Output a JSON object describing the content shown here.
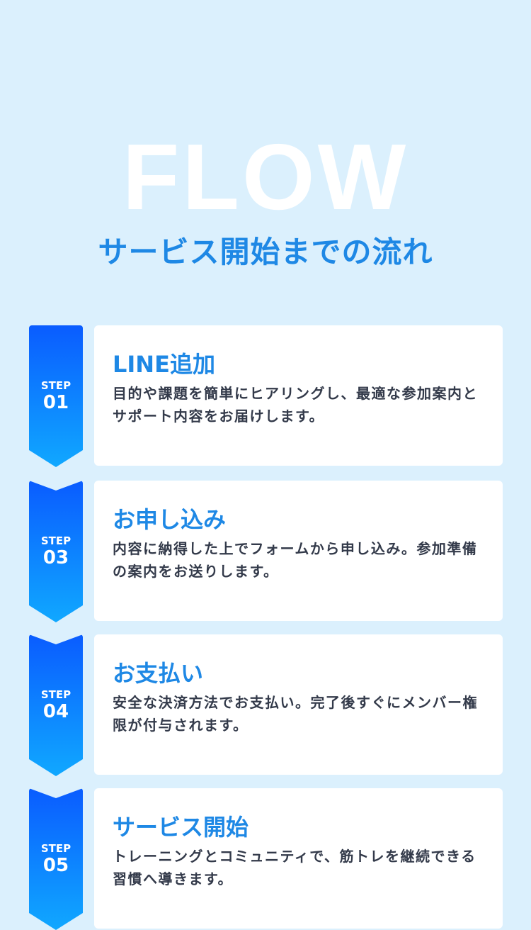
{
  "background_word": "FLOW",
  "title": "サービス開始までの流れ",
  "steps": [
    {
      "label": "STEP",
      "number": "01",
      "heading": "LINE追加",
      "text": "目的や課題を簡単にヒアリングし、最適な参加案内とサポート内容をお届けします。"
    },
    {
      "label": "STEP",
      "number": "03",
      "heading": "お申し込み",
      "text": "内容に納得した上でフォームから申し込み。参加準備の案内をお送りします。"
    },
    {
      "label": "STEP",
      "number": "04",
      "heading": "お支払い",
      "text": "安全な決済方法でお支払い。完了後すぐにメンバー権限が付与されます。"
    },
    {
      "label": "STEP",
      "number": "05",
      "heading": "サービス開始",
      "text": "トレーニングとコミュニティで、筋トレを継続できる習慣へ導きます。"
    }
  ]
}
